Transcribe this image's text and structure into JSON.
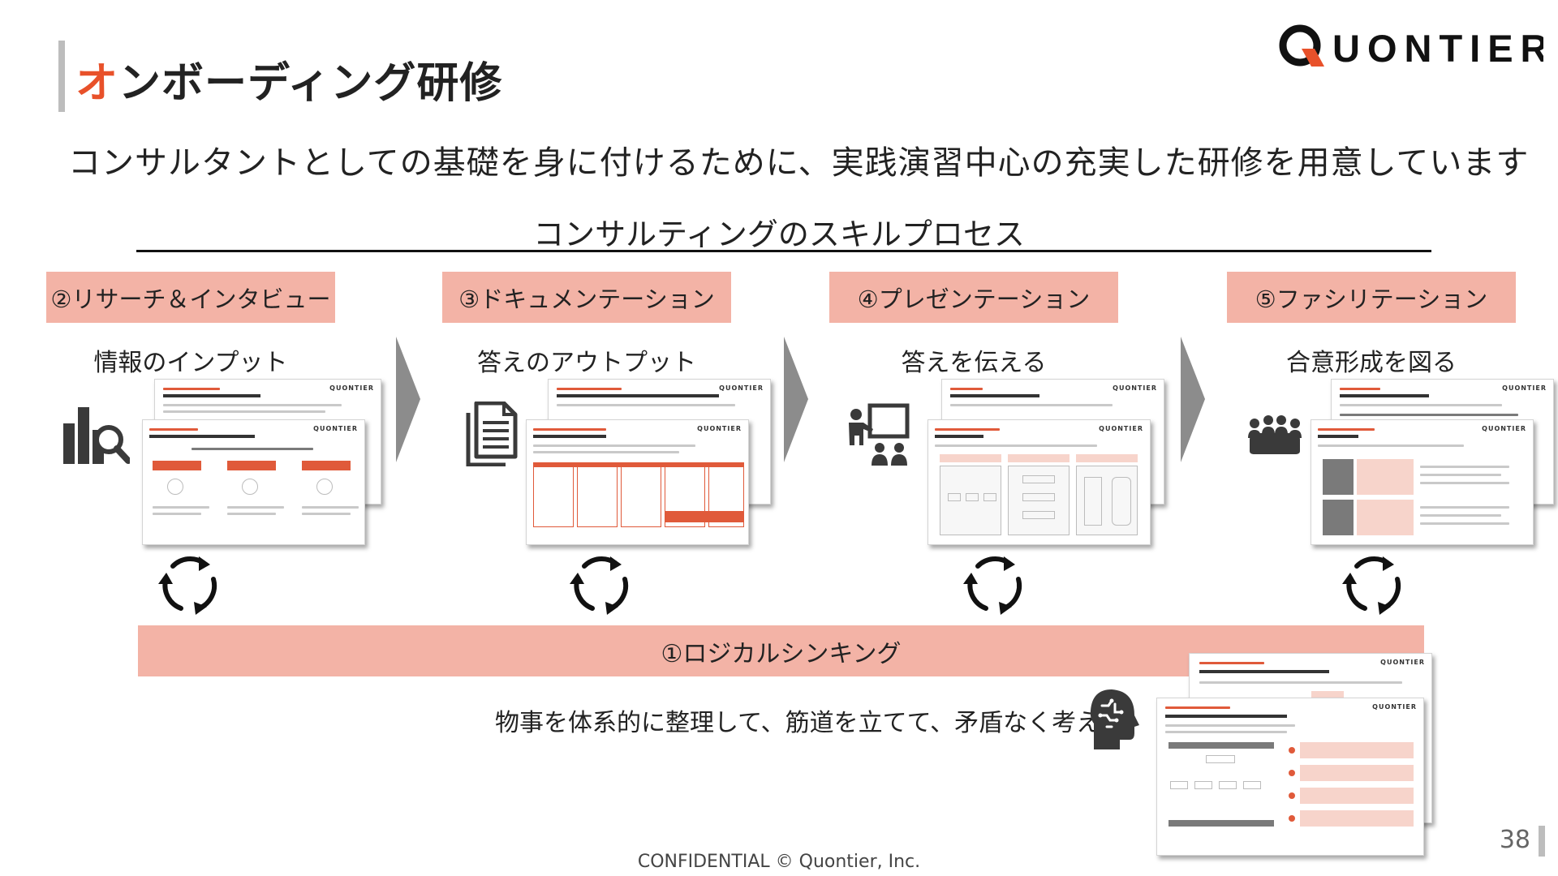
{
  "header": {
    "title_accent": "オ",
    "title_rest": "ンボーディング研修",
    "logo_text": "QUONTIER"
  },
  "subtitle": "コンサルタントとしての基礎を身に付けるために、実践演習中心の充実した研修を用意しています",
  "process": {
    "title": "コンサルティングのスキルプロセス",
    "stages": [
      {
        "label": "②リサーチ＆インタビュー",
        "desc": "情報のインプット",
        "icon": "research-icon"
      },
      {
        "label": "③ドキュメンテーション",
        "desc": "答えのアウトプット",
        "icon": "document-icon"
      },
      {
        "label": "④プレゼンテーション",
        "desc": "答えを伝える",
        "icon": "presentation-icon"
      },
      {
        "label": "⑤ファシリテーション",
        "desc": "合意形成を図る",
        "icon": "group-icon"
      }
    ]
  },
  "logical": {
    "label": "①ロジカルシンキング",
    "desc": "物事を体系的に整理して、筋道を立てて、矛盾なく考える",
    "icon": "brain-head-icon"
  },
  "footer": {
    "confidential": "CONFIDENTIAL © Quontier, Inc.",
    "page_number": "38"
  },
  "colors": {
    "accent": "#e8512a",
    "label_bg": "#f3b3a6",
    "icon": "#3a3a3a",
    "chevron": "#8c8c8c"
  }
}
